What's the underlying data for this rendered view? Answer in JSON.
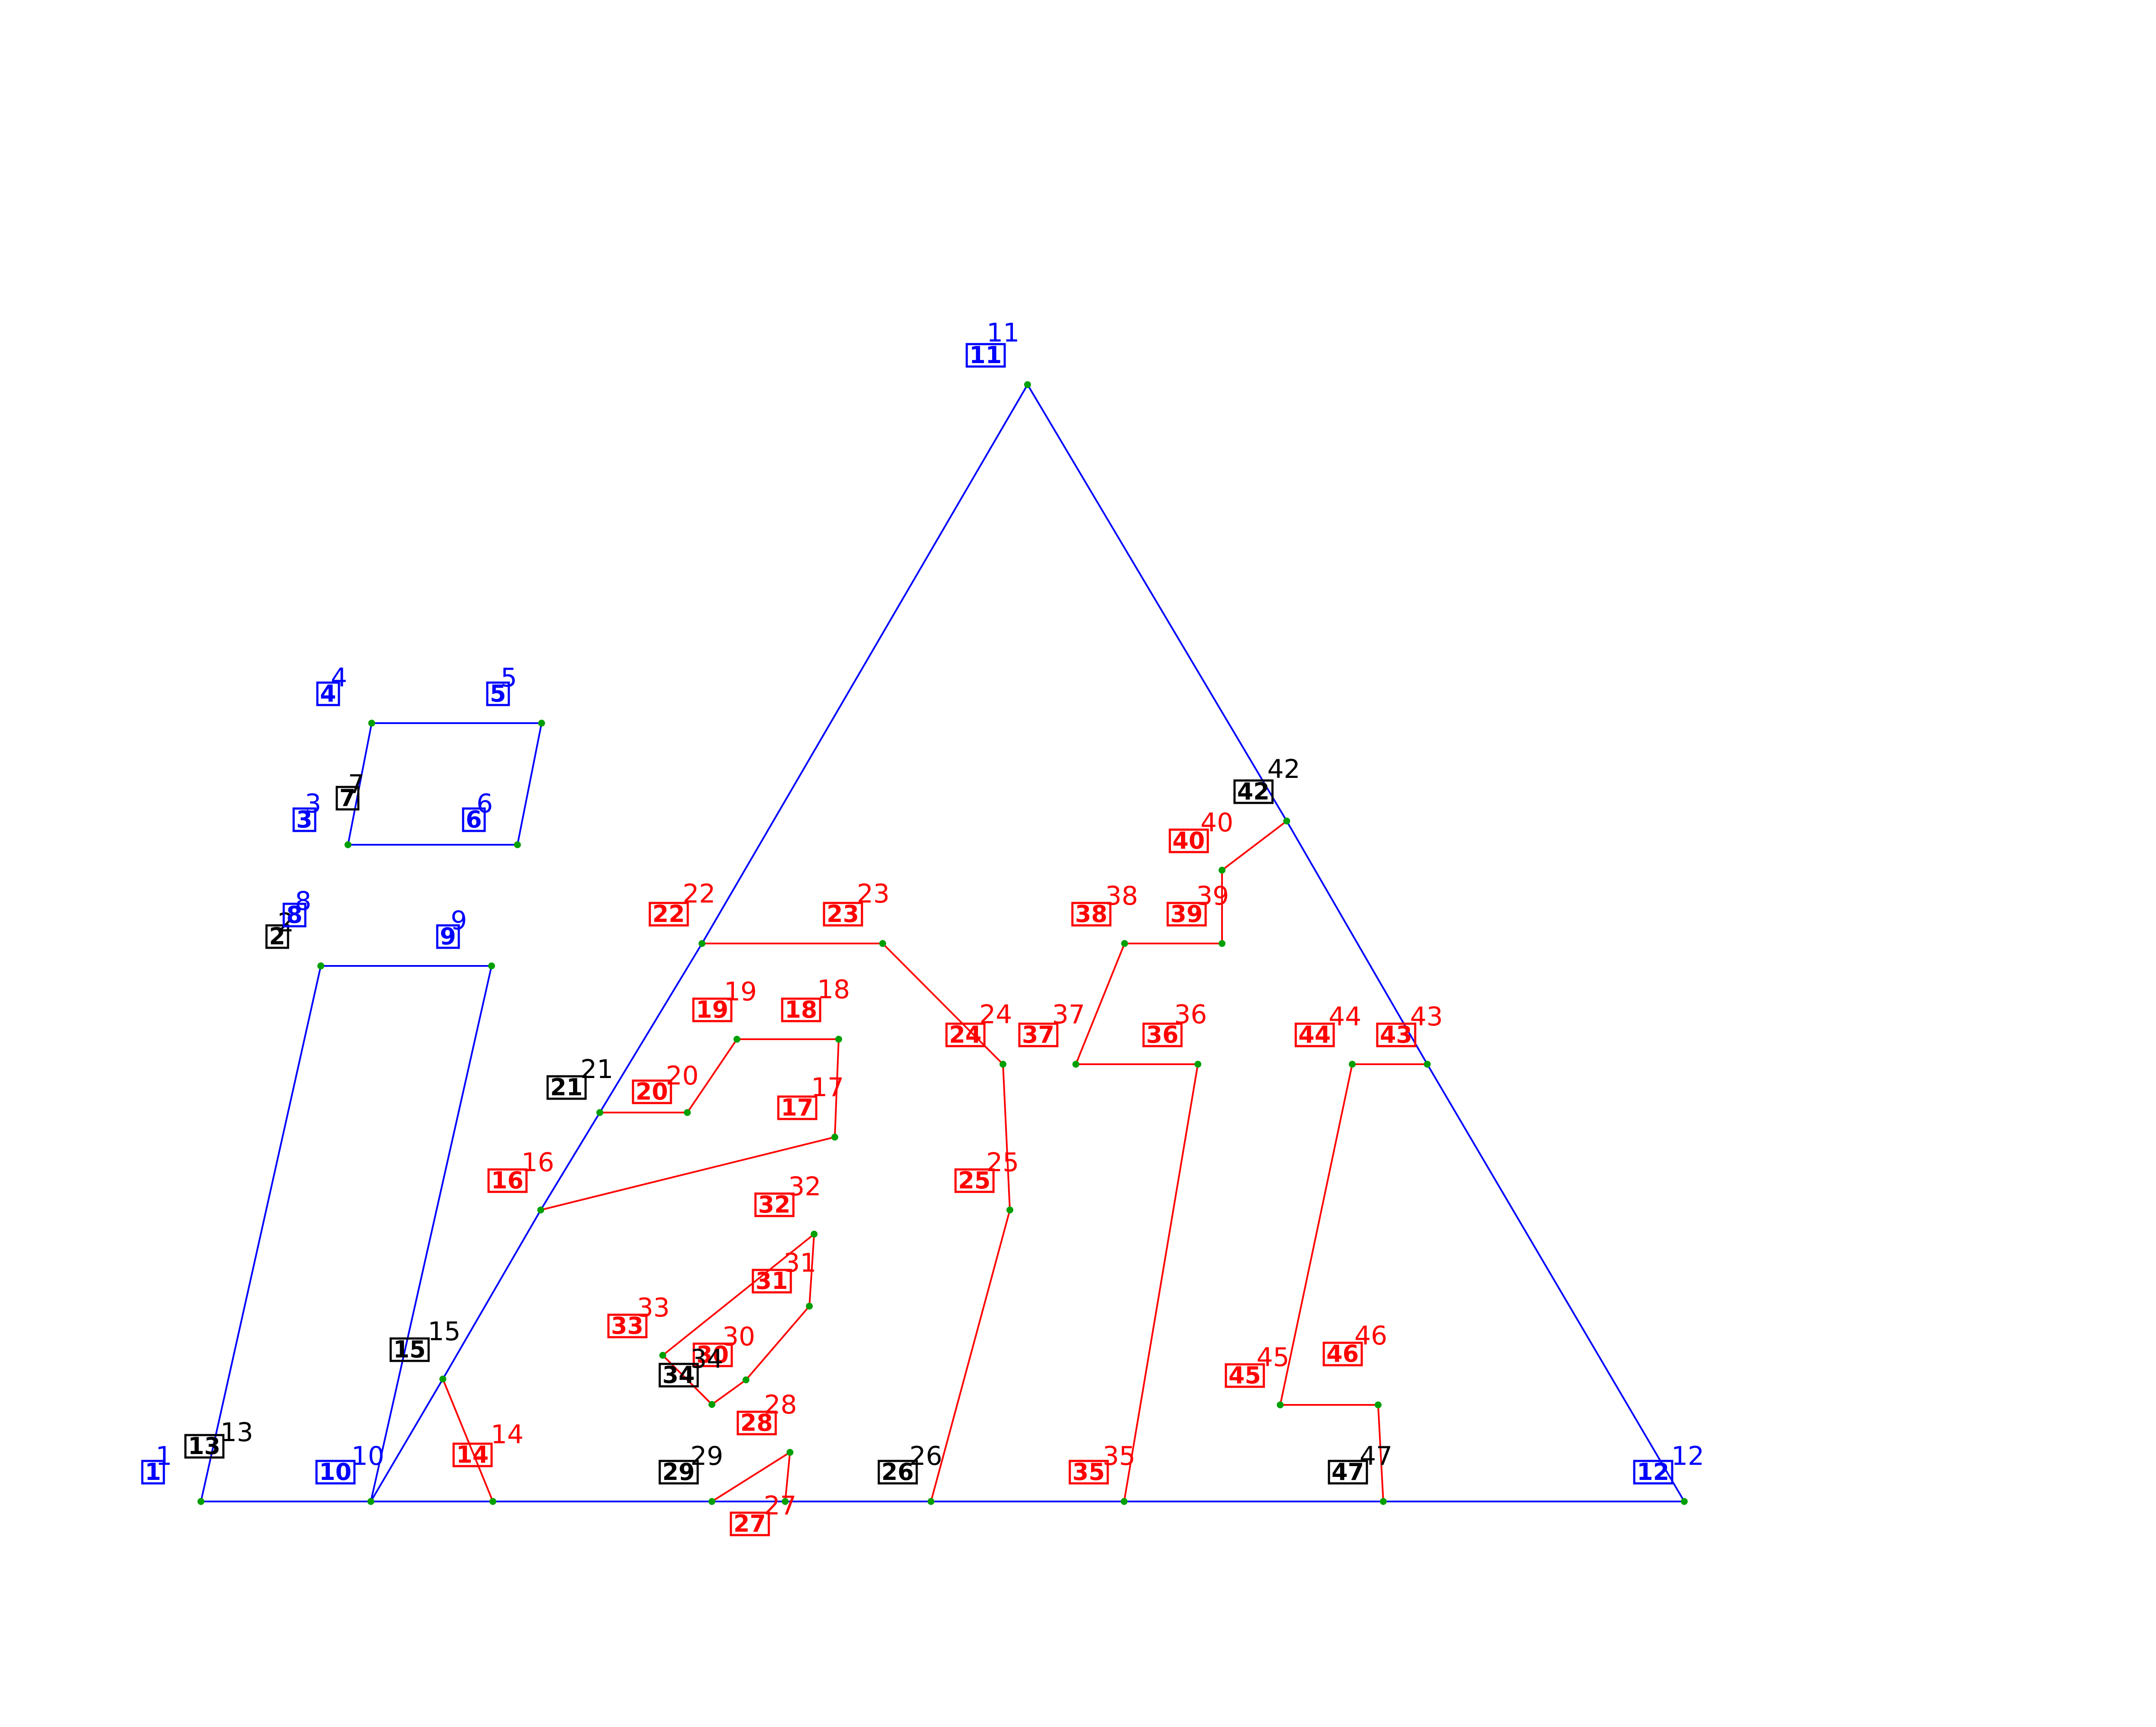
{
  "colors": {
    "blue": "#0000ff",
    "red": "#ff0000",
    "black": "#000000",
    "node": "#00a000"
  },
  "nodes": [
    {
      "id": "1",
      "label": "1",
      "tag": "1",
      "color": "blue"
    },
    {
      "id": "2",
      "label": "2",
      "tag": "2",
      "color": "black"
    },
    {
      "id": "3",
      "label": "3",
      "tag": "3",
      "color": "blue"
    },
    {
      "id": "4",
      "label": "4",
      "tag": "4",
      "color": "blue"
    },
    {
      "id": "5",
      "label": "5",
      "tag": "5",
      "color": "blue"
    },
    {
      "id": "6",
      "label": "6",
      "tag": "6",
      "color": "blue"
    },
    {
      "id": "7",
      "label": "7",
      "tag": "7",
      "color": "black"
    },
    {
      "id": "8",
      "label": "8",
      "tag": "8",
      "color": "blue"
    },
    {
      "id": "9",
      "label": "9",
      "tag": "9",
      "color": "blue"
    },
    {
      "id": "10",
      "label": "10",
      "tag": "10",
      "color": "blue"
    },
    {
      "id": "11",
      "label": "11",
      "tag": "11",
      "color": "blue"
    },
    {
      "id": "12",
      "label": "12",
      "tag": "12",
      "color": "blue"
    },
    {
      "id": "13",
      "label": "13",
      "tag": "13",
      "color": "black"
    },
    {
      "id": "14",
      "label": "14",
      "tag": "14",
      "color": "red"
    },
    {
      "id": "15",
      "label": "15",
      "tag": "15",
      "color": "black"
    },
    {
      "id": "16",
      "label": "16",
      "tag": "16",
      "color": "red"
    },
    {
      "id": "17",
      "label": "17",
      "tag": "17",
      "color": "red"
    },
    {
      "id": "18",
      "label": "18",
      "tag": "18",
      "color": "red"
    },
    {
      "id": "19",
      "label": "19",
      "tag": "19",
      "color": "red"
    },
    {
      "id": "20",
      "label": "20",
      "tag": "20",
      "color": "red"
    },
    {
      "id": "21",
      "label": "21",
      "tag": "21",
      "color": "black"
    },
    {
      "id": "22",
      "label": "22",
      "tag": "22",
      "color": "red"
    },
    {
      "id": "23",
      "label": "23",
      "tag": "23",
      "color": "red"
    },
    {
      "id": "24",
      "label": "24",
      "tag": "24",
      "color": "red"
    },
    {
      "id": "25",
      "label": "25",
      "tag": "25",
      "color": "red"
    },
    {
      "id": "26",
      "label": "26",
      "tag": "26",
      "color": "black"
    },
    {
      "id": "27",
      "label": "27",
      "tag": "27",
      "color": "red"
    },
    {
      "id": "28",
      "label": "28",
      "tag": "28",
      "color": "red"
    },
    {
      "id": "29",
      "label": "29",
      "tag": "29",
      "color": "black"
    },
    {
      "id": "30",
      "label": "30",
      "tag": "30",
      "color": "red"
    },
    {
      "id": "31",
      "label": "31",
      "tag": "31",
      "color": "red"
    },
    {
      "id": "32",
      "label": "32",
      "tag": "32",
      "color": "red"
    },
    {
      "id": "33",
      "label": "33",
      "tag": "33",
      "color": "red"
    },
    {
      "id": "34",
      "label": "34",
      "tag": "34",
      "color": "black"
    },
    {
      "id": "35",
      "label": "35",
      "tag": "35",
      "color": "red"
    },
    {
      "id": "36",
      "label": "36",
      "tag": "36",
      "color": "red"
    },
    {
      "id": "37",
      "label": "37",
      "tag": "37",
      "color": "red"
    },
    {
      "id": "38",
      "label": "38",
      "tag": "38",
      "color": "red"
    },
    {
      "id": "39",
      "label": "39",
      "tag": "39",
      "color": "red"
    },
    {
      "id": "40",
      "label": "40",
      "tag": "40",
      "color": "red"
    },
    {
      "id": "42",
      "label": "42",
      "tag": "42",
      "color": "black"
    },
    {
      "id": "43",
      "label": "43",
      "tag": "43",
      "color": "red"
    },
    {
      "id": "44",
      "label": "44",
      "tag": "44",
      "color": "red"
    },
    {
      "id": "45",
      "label": "45",
      "tag": "45",
      "color": "red"
    },
    {
      "id": "46",
      "label": "46",
      "tag": "46",
      "color": "red"
    },
    {
      "id": "47",
      "label": "47",
      "tag": "47",
      "color": "black"
    }
  ],
  "edges": [
    {
      "from": "1",
      "to": "10",
      "color": "blue"
    },
    {
      "from": "10",
      "to": "14",
      "color": "blue"
    },
    {
      "from": "14",
      "to": "29",
      "color": "blue"
    },
    {
      "from": "29",
      "to": "27",
      "color": "blue"
    },
    {
      "from": "27",
      "to": "26",
      "color": "blue"
    },
    {
      "from": "26",
      "to": "35",
      "color": "blue"
    },
    {
      "from": "35",
      "to": "47",
      "color": "blue"
    },
    {
      "from": "47",
      "to": "12",
      "color": "blue"
    },
    {
      "from": "10",
      "to": "15",
      "color": "blue"
    },
    {
      "from": "15",
      "to": "16",
      "color": "blue"
    },
    {
      "from": "16",
      "to": "21",
      "color": "blue"
    },
    {
      "from": "21",
      "to": "22",
      "color": "blue"
    },
    {
      "from": "22",
      "to": "11",
      "color": "blue"
    },
    {
      "from": "11",
      "to": "42",
      "color": "blue"
    },
    {
      "from": "42",
      "to": "43",
      "color": "blue"
    },
    {
      "from": "43",
      "to": "12",
      "color": "blue"
    },
    {
      "from": "1",
      "to": "8",
      "color": "blue"
    },
    {
      "from": "8",
      "to": "9",
      "color": "blue"
    },
    {
      "from": "9",
      "to": "10",
      "color": "blue"
    },
    {
      "from": "3",
      "to": "4",
      "color": "blue"
    },
    {
      "from": "4",
      "to": "5",
      "color": "blue"
    },
    {
      "from": "5",
      "to": "6",
      "color": "blue"
    },
    {
      "from": "6",
      "to": "3",
      "color": "blue"
    },
    {
      "from": "15",
      "to": "14",
      "color": "red"
    },
    {
      "from": "16",
      "to": "17",
      "color": "red"
    },
    {
      "from": "17",
      "to": "18",
      "color": "red"
    },
    {
      "from": "18",
      "to": "19",
      "color": "red"
    },
    {
      "from": "19",
      "to": "20",
      "color": "red"
    },
    {
      "from": "20",
      "to": "21",
      "color": "red"
    },
    {
      "from": "22",
      "to": "23",
      "color": "red"
    },
    {
      "from": "23",
      "to": "24",
      "color": "red"
    },
    {
      "from": "24",
      "to": "25",
      "color": "red"
    },
    {
      "from": "25",
      "to": "26",
      "color": "red"
    },
    {
      "from": "29",
      "to": "28",
      "color": "red"
    },
    {
      "from": "28",
      "to": "27",
      "color": "red"
    },
    {
      "from": "34",
      "to": "33",
      "color": "red"
    },
    {
      "from": "33",
      "to": "32",
      "color": "red"
    },
    {
      "from": "32",
      "to": "31",
      "color": "red"
    },
    {
      "from": "31",
      "to": "30",
      "color": "red"
    },
    {
      "from": "30",
      "to": "34",
      "color": "red"
    },
    {
      "from": "35",
      "to": "36",
      "color": "red"
    },
    {
      "from": "36",
      "to": "37",
      "color": "red"
    },
    {
      "from": "37",
      "to": "38",
      "color": "red"
    },
    {
      "from": "38",
      "to": "39",
      "color": "red"
    },
    {
      "from": "39",
      "to": "40",
      "color": "red"
    },
    {
      "from": "40",
      "to": "42",
      "color": "red"
    },
    {
      "from": "43",
      "to": "44",
      "color": "red"
    },
    {
      "from": "44",
      "to": "45",
      "color": "red"
    },
    {
      "from": "45",
      "to": "46",
      "color": "red"
    },
    {
      "from": "46",
      "to": "47",
      "color": "red"
    }
  ]
}
